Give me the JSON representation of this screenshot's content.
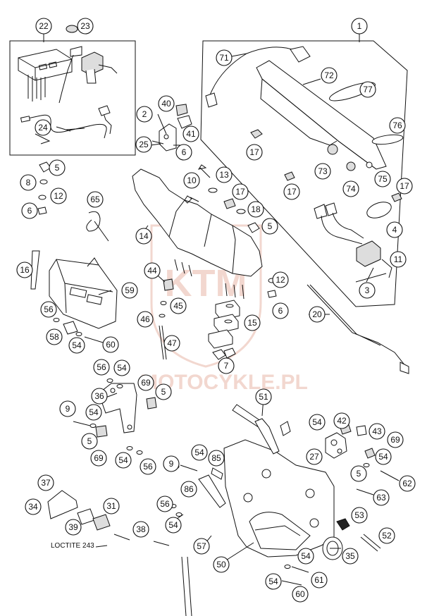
{
  "watermark": {
    "brand": "KTM",
    "site": "MOTOCYKLE.PL",
    "color": "#e8b8a8"
  },
  "note": "LOCTITE 243",
  "callouts": [
    "1",
    "2",
    "3",
    "4",
    "5",
    "6",
    "7",
    "8",
    "9",
    "10",
    "11",
    "12",
    "13",
    "14",
    "15",
    "16",
    "17",
    "18",
    "20",
    "22",
    "23",
    "24",
    "25",
    "27",
    "31",
    "34",
    "35",
    "36",
    "37",
    "38",
    "39",
    "40",
    "41",
    "42",
    "43",
    "44",
    "45",
    "46",
    "47",
    "50",
    "51",
    "52",
    "53",
    "54",
    "56",
    "57",
    "58",
    "59",
    "60",
    "61",
    "62",
    "63",
    "65",
    "69",
    "71",
    "72",
    "73",
    "74",
    "75",
    "76",
    "77",
    "85",
    "86"
  ]
}
